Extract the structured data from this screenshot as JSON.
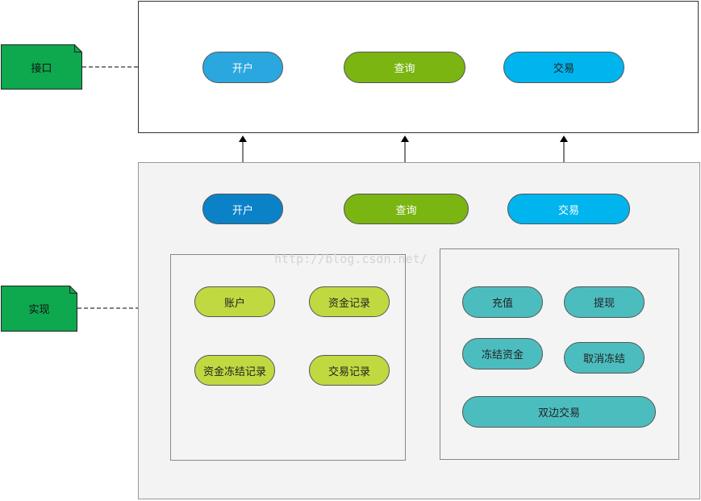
{
  "notes": {
    "interface": "接口",
    "implementation": "实现"
  },
  "interface_layer": {
    "items": [
      {
        "label": "开户",
        "color": "#2BA7DF"
      },
      {
        "label": "查询",
        "color": "#7AB512"
      },
      {
        "label": "交易",
        "color": "#00B4EE"
      }
    ]
  },
  "implementation_layer": {
    "services": [
      {
        "label": "开户",
        "color": "#0B82C8"
      },
      {
        "label": "查询",
        "color": "#7AB512"
      },
      {
        "label": "交易",
        "color": "#00B4EE"
      }
    ],
    "data_panel": {
      "items": [
        "账户",
        "资金记录",
        "资金冻结记录",
        "交易记录"
      ],
      "color": "#C1D940"
    },
    "ops_panel": {
      "items": [
        "充值",
        "提现",
        "冻结资金",
        "取消冻结",
        "双边交易"
      ],
      "color": "#4CBDBF"
    }
  },
  "note_color": "#0EA84F",
  "watermark": "http://blog.csdn.net/"
}
